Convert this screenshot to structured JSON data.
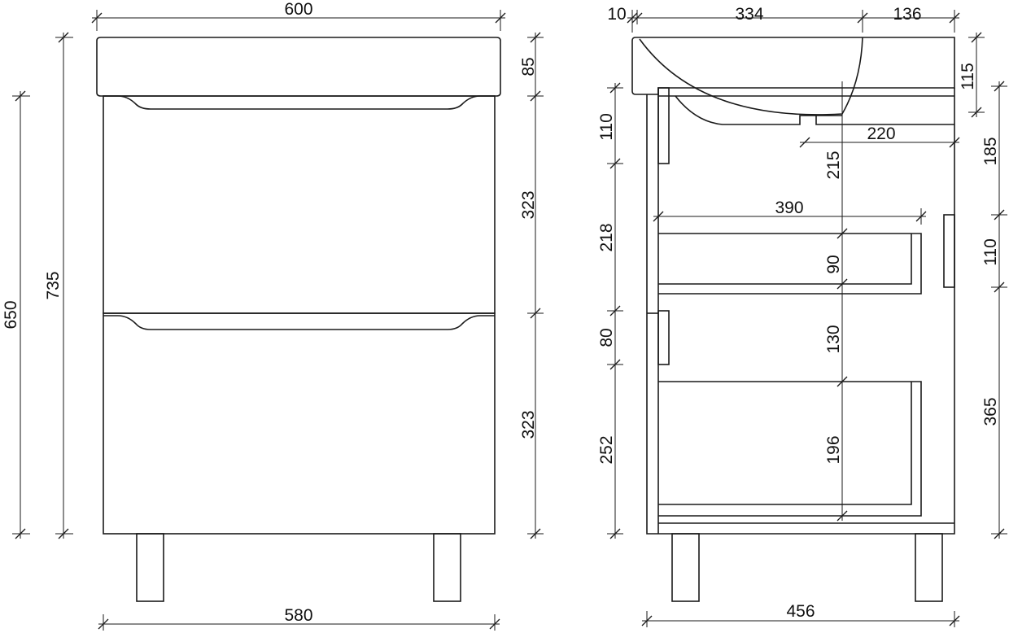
{
  "units": "mm",
  "front_view": {
    "dims": {
      "top_width": "600",
      "bottom_width": "580",
      "height_650": "650",
      "height_735": "735",
      "basin_height": "85",
      "drawer_top_height": "323",
      "drawer_bottom_height": "323"
    }
  },
  "side_view": {
    "dims": {
      "top_offset": "10",
      "basin_depth": "334",
      "rear_depth": "136",
      "depth_bottom": "456",
      "right_115": "115",
      "right_185": "185",
      "right_110": "110",
      "right_365": "365",
      "left_110": "110",
      "left_218": "218",
      "left_80": "80",
      "left_252": "252",
      "siphon_220": "220",
      "inner_390": "390",
      "inner_215": "215",
      "inner_90": "90",
      "inner_130": "130",
      "inner_196": "196"
    }
  }
}
